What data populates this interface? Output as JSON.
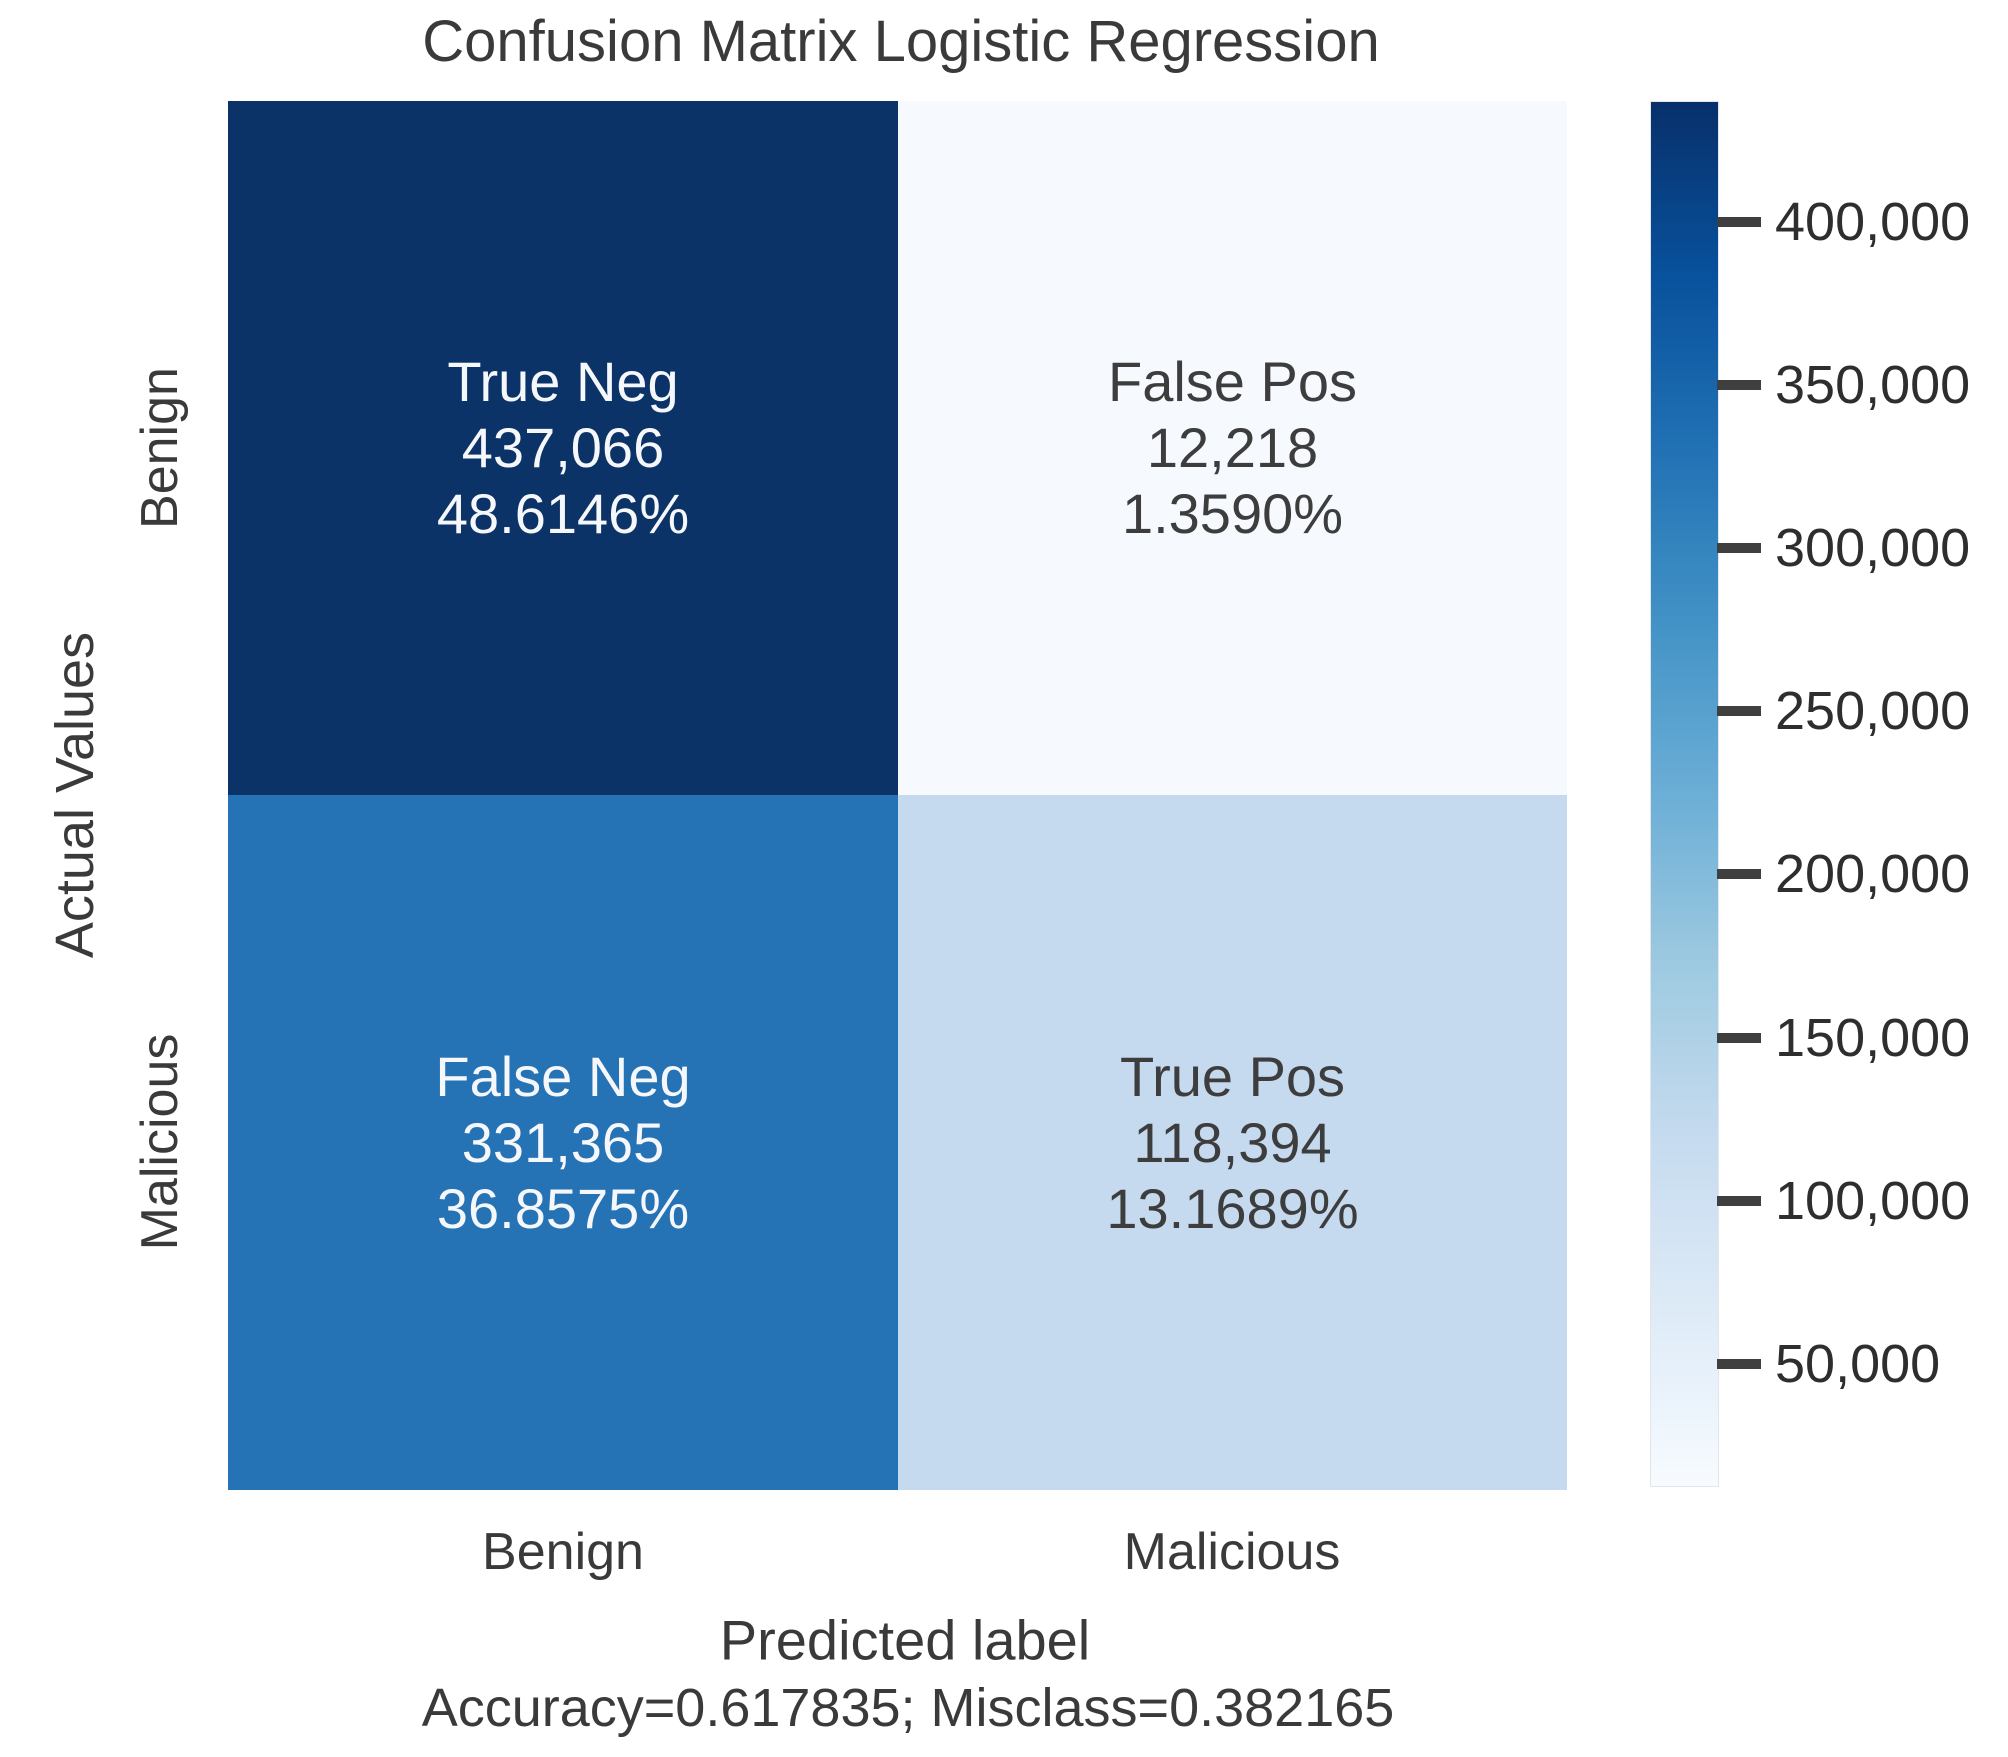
{
  "chart_data": {
    "type": "heatmap",
    "title": "Confusion Matrix Logistic Regression",
    "xlabel": "Predicted label",
    "ylabel": "Actual Values",
    "footer": "Accuracy=0.617835; Misclass=0.382165",
    "accuracy": "0.617835",
    "misclass": "0.382165",
    "x_tick_labels": [
      "Benign",
      "Malicious"
    ],
    "y_tick_labels": [
      "Benign",
      "Malicious"
    ],
    "matrix_rows": [
      "Benign",
      "Malicious"
    ],
    "matrix_cols": [
      "Benign",
      "Malicious"
    ],
    "matrix": [
      [
        437066,
        12218
      ],
      [
        331365,
        118394
      ]
    ],
    "cells": [
      {
        "id": "true-neg",
        "label": "True Neg",
        "count": "437,066",
        "percent": "48.6146%",
        "value": 437066,
        "bg": "#0c3368",
        "text": "#f5f7fa"
      },
      {
        "id": "false-pos",
        "label": "False Pos",
        "count": "12,218",
        "percent": "1.3590%",
        "value": 12218,
        "bg": "#f6fafe",
        "text": "#3d3d3d"
      },
      {
        "id": "false-neg",
        "label": "False Neg",
        "count": "331,365",
        "percent": "36.8575%",
        "value": 331365,
        "bg": "#2573b5",
        "text": "#f5f7fa"
      },
      {
        "id": "true-pos",
        "label": "True Pos",
        "count": "118,394",
        "percent": "13.1689%",
        "value": 118394,
        "bg": "#c5d9ef",
        "text": "#3d3d3d"
      }
    ],
    "colorbar": {
      "vmin": 12218,
      "vmax": 437066,
      "tick_labels": [
        "400,000",
        "350,000",
        "300,000",
        "250,000",
        "200,000",
        "150,000",
        "100,000",
        "50,000"
      ],
      "tick_values": [
        400000,
        350000,
        300000,
        250000,
        200000,
        150000,
        100000,
        50000
      ],
      "gradient_bottom_to_top": [
        "#f7fbff",
        "#deebf7",
        "#c6dbef",
        "#9ecae1",
        "#6baed6",
        "#4292c6",
        "#2171b5",
        "#08519c",
        "#08306b"
      ]
    },
    "legend_position": "right",
    "grid": false
  }
}
